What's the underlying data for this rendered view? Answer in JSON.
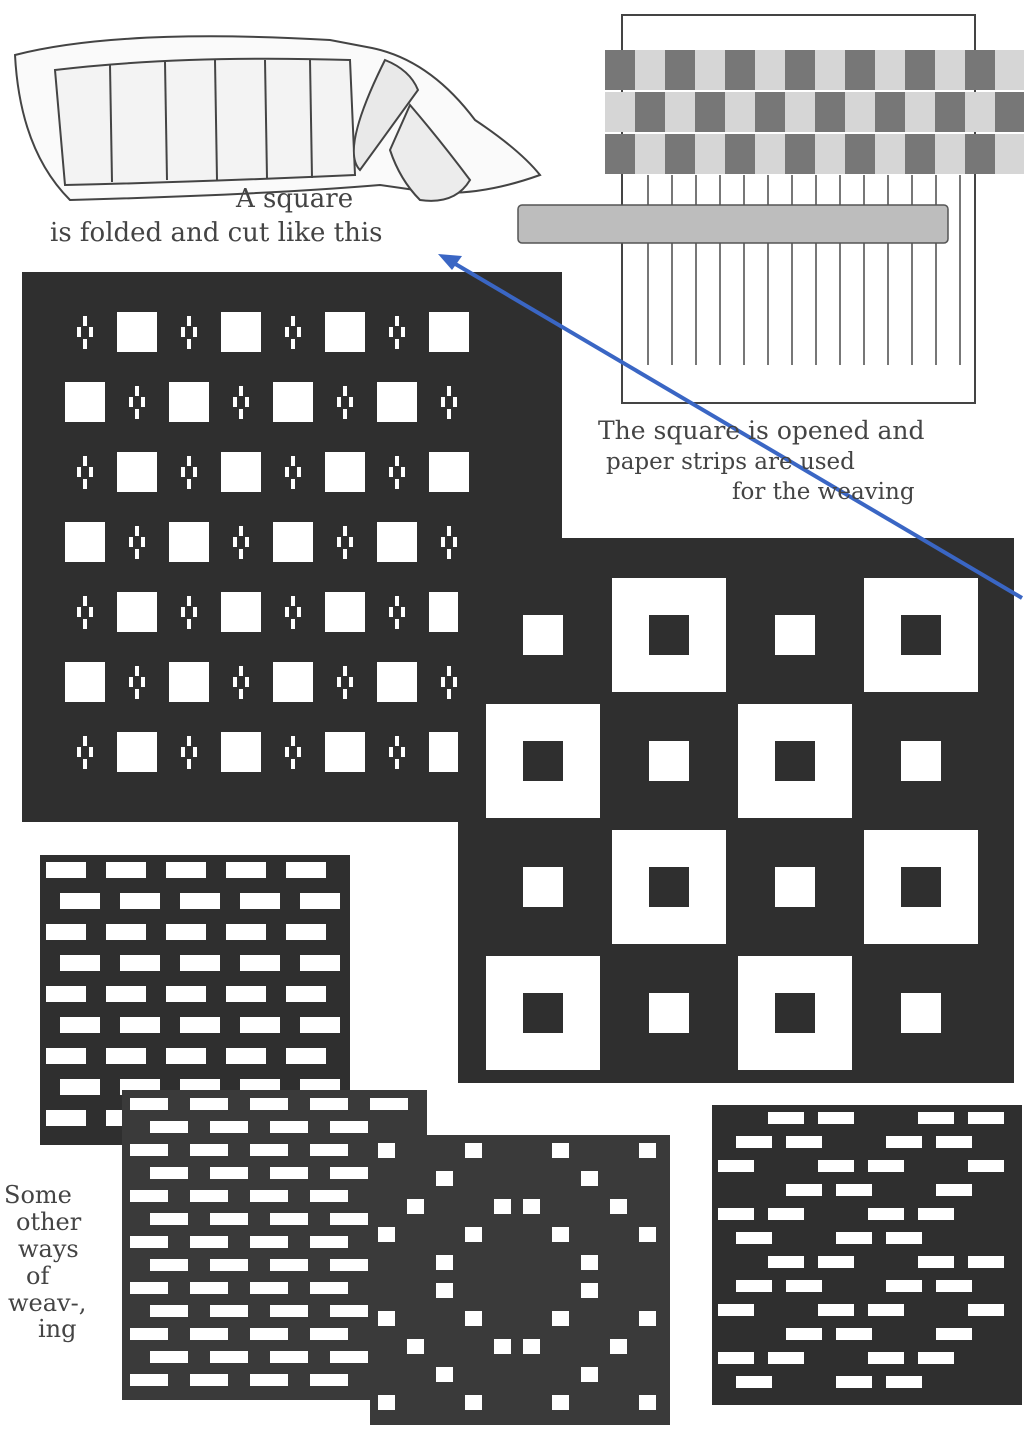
{
  "captions": {
    "fold_line1": "A square",
    "fold_line2": "is folded and cut like this",
    "open_line1": "The square is opened and",
    "open_line2": "paper strips are used",
    "open_line3": "for the weaving",
    "other_lines": [
      "Some",
      "other",
      "ways",
      "of",
      "weav-,",
      "ing"
    ]
  },
  "colors": {
    "ink": "#2f2f2f",
    "paper": "#ffffff",
    "arrow": "#3a66c4"
  }
}
